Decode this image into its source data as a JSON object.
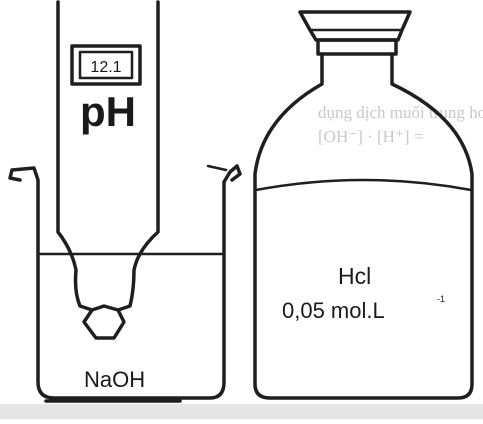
{
  "ph_meter": {
    "display_value": "12.1",
    "label": "pH"
  },
  "beaker": {
    "label": "NaOH"
  },
  "bottle": {
    "label_line1": "Hcl",
    "label_line2": "0,05 mol.L",
    "superscript": "-1"
  },
  "background_text": [
    "dụng dịch muối trung hoà",
    "[OH⁻] · [H⁺] ="
  ]
}
